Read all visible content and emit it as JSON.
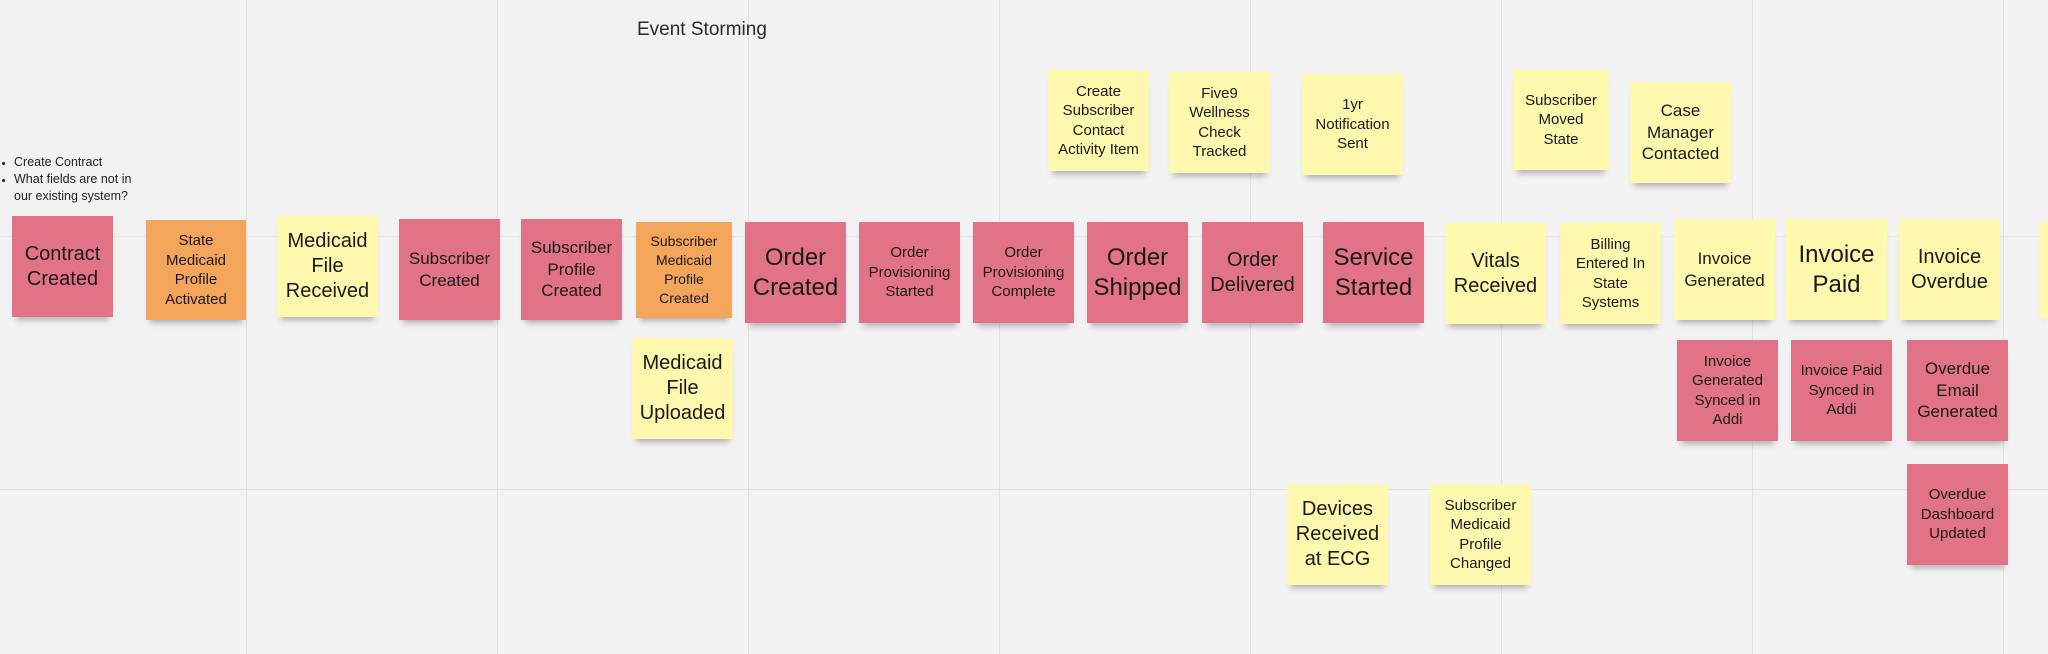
{
  "board": {
    "title": "Event Storming",
    "notes": [
      "Create Contract",
      "What fields are not in our existing system?"
    ]
  },
  "stickies": {
    "contract_created": "Contract Created",
    "state_medicaid_profile_activated": "State Medicaid Profile Activated",
    "medicaid_file_received": "Medicaid File Received",
    "subscriber_created": "Subscriber Created",
    "subscriber_profile_created": "Subscriber Profile Created",
    "subscriber_medicaid_profile_created": "Subscriber Medicaid Profile Created",
    "medicaid_file_uploaded": "Medicaid File Uploaded",
    "order_created": "Order Created",
    "order_provisioning_started": "Order Provisioning Started",
    "order_provisioning_complete": "Order Provisioning Complete",
    "create_subscriber_contact_activity_item": "Create Subscriber Contact Activity Item",
    "order_shipped": "Order Shipped",
    "five9_wellness_check_tracked": "Five9 Wellness Check Tracked",
    "order_delivered": "Order Delivered",
    "one_yr_notification_sent": "1yr Notification Sent",
    "service_started": "Service Started",
    "devices_received_at_ecg": "Devices Received at ECG",
    "vitals_received": "Vitals Received",
    "subscriber_medicaid_profile_changed": "Subscriber Medicaid Profile Changed",
    "subscriber_moved_state": "Subscriber Moved State",
    "billing_entered_in_state_systems": "Billing Entered In State Systems",
    "case_manager_contacted": "Case Manager Contacted",
    "invoice_generated": "Invoice Generated",
    "invoice_generated_synced_in_addi": "Invoice Generated Synced in Addi",
    "invoice_paid": "Invoice Paid",
    "invoice_paid_synced_in_addi": "Invoice Paid Synced in Addi",
    "invoice_overdue": "Invoice Overdue",
    "overdue_email_generated": "Overdue Email Generated",
    "overdue_dashboard_updated": "Overdue Dashboard Updated"
  },
  "colors": {
    "event_red": "#e27386",
    "event_orange": "#f4a55c",
    "sticky_yellow": "#fdf8ad",
    "board_background": "#f2f2f2"
  }
}
